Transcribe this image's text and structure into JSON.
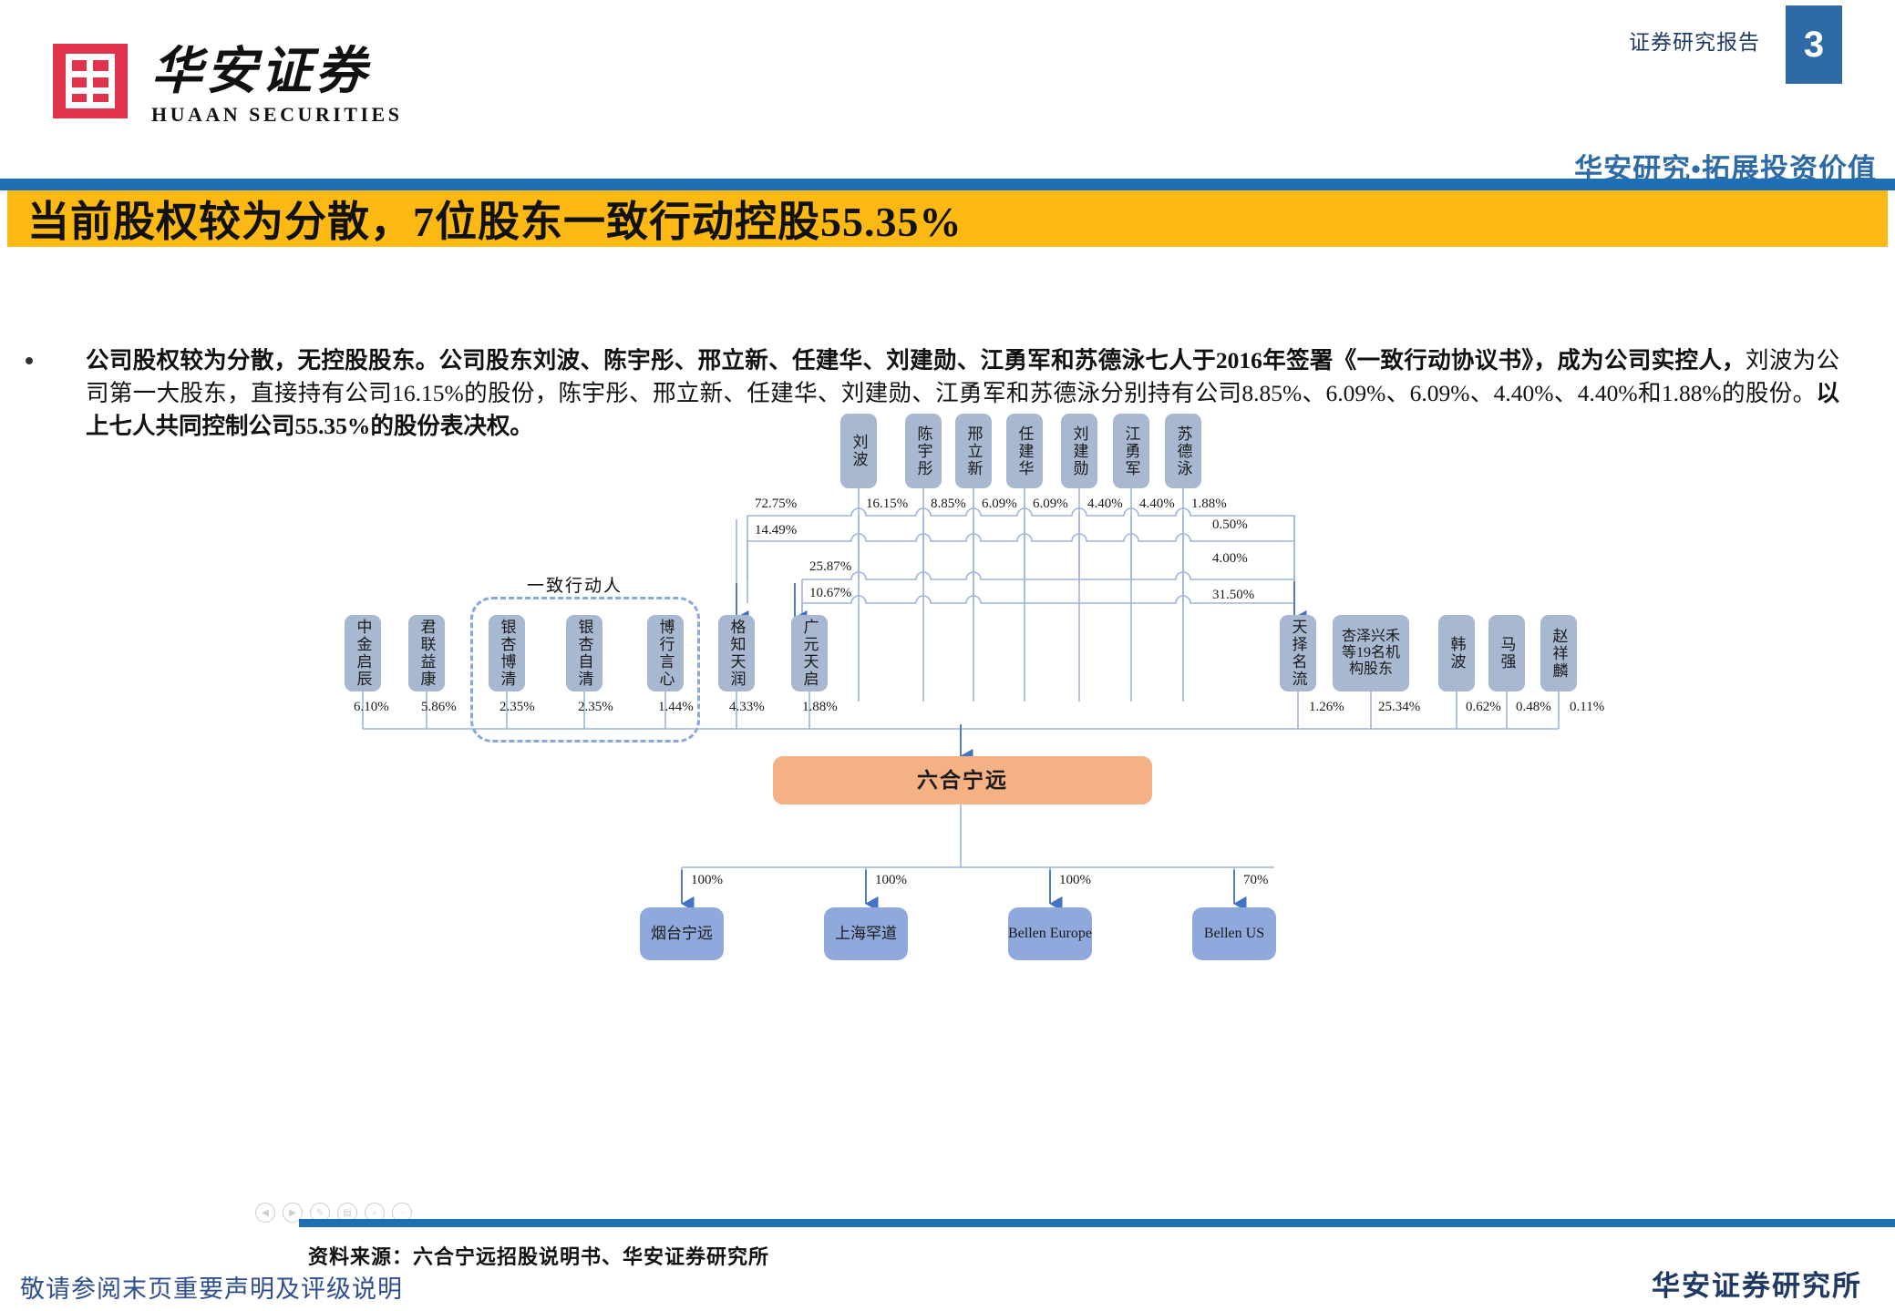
{
  "header": {
    "report_label": "证券研究报告",
    "page_number": "3",
    "logo_zh": "华安证券",
    "logo_en": "HUAAN SECURITIES",
    "tagline": "华安研究•拓展投资价值",
    "colors": {
      "blue": "#1f6fb4",
      "yellow": "#fcb813",
      "red": "#e1344c",
      "navy": "#2e6ba6"
    }
  },
  "title": "当前股权较为分散，7位股东一致行动控股55.35%",
  "body": {
    "bullet": "•",
    "paragraph_html": "<b>公司股权较为分散，无控股股东。公司股东刘波、陈宇彤、邢立新、任建华、刘建勋、江勇军和苏德泳七人于2016年签署《一致行动协议书》，成为公司实控人，</b>刘波为公司第一大股东，直接持有公司16.15%的股份，陈宇彤、邢立新、任建华、刘建勋、江勇军和苏德泳分别持有公司8.85%、6.09%、6.09%、4.40%、4.40%和1.88%的股份。<b>以上七人共同控制公司55.35%的股份表决权。</b>"
  },
  "chart_data": {
    "type": "diagram",
    "title": "六合宁远股权结构图",
    "company": {
      "name": "六合宁远",
      "color": "#f4b183"
    },
    "consistent_action_label": "一致行动人",
    "top_shareholders": [
      {
        "name": "刘波",
        "pct": "16.15%"
      },
      {
        "name": "陈宇彤",
        "pct": "8.85%"
      },
      {
        "name": "邢立新",
        "pct": "6.09%"
      },
      {
        "name": "任建华",
        "pct": "6.09%"
      },
      {
        "name": "刘建勋",
        "pct": "4.40%"
      },
      {
        "name": "江勇军",
        "pct": "4.40%"
      },
      {
        "name": "苏德泳",
        "pct": "1.88%"
      }
    ],
    "indirect_pcts": [
      "72.75%",
      "14.49%",
      "25.87%",
      "10.67%"
    ],
    "right_side_pcts": [
      "0.50%",
      "4.00%",
      "31.50%"
    ],
    "left_entities": [
      {
        "name": "中金启辰",
        "pct": "6.10%"
      },
      {
        "name": "君联益康",
        "pct": "5.86%"
      },
      {
        "name": "银杏博清",
        "pct": "2.35%"
      },
      {
        "name": "银杏自清",
        "pct": "2.35%"
      },
      {
        "name": "博行言心",
        "pct": "1.44%"
      },
      {
        "name": "格知天润",
        "pct": "4.33%"
      },
      {
        "name": "广元天启",
        "pct": "1.88%"
      }
    ],
    "right_entities": [
      {
        "name": "天择名流",
        "pct": "1.26%"
      },
      {
        "name": "杏泽兴禾等19名机构股东",
        "pct": "25.34%"
      },
      {
        "name": "韩波",
        "pct": "0.62%"
      },
      {
        "name": "马强",
        "pct": "0.48%"
      },
      {
        "name": "赵祥麟",
        "pct": "0.11%"
      }
    ],
    "subsidiaries": [
      {
        "name": "烟台宁远",
        "pct": "100%"
      },
      {
        "name": "上海罕道",
        "pct": "100%"
      },
      {
        "name": "Bellen Europe",
        "pct": "100%"
      },
      {
        "name": "Bellen US",
        "pct": "70%"
      }
    ]
  },
  "toolbar": {
    "buttons": [
      "prev-icon",
      "play-icon",
      "pen-icon",
      "page-icon",
      "search-icon",
      "more-icon"
    ]
  },
  "footer": {
    "source": "资料来源：六合宁远招股说明书、华安证券研究所",
    "note": "敬请参阅末页重要声明及评级说明",
    "brand": "华安证券研究所"
  }
}
